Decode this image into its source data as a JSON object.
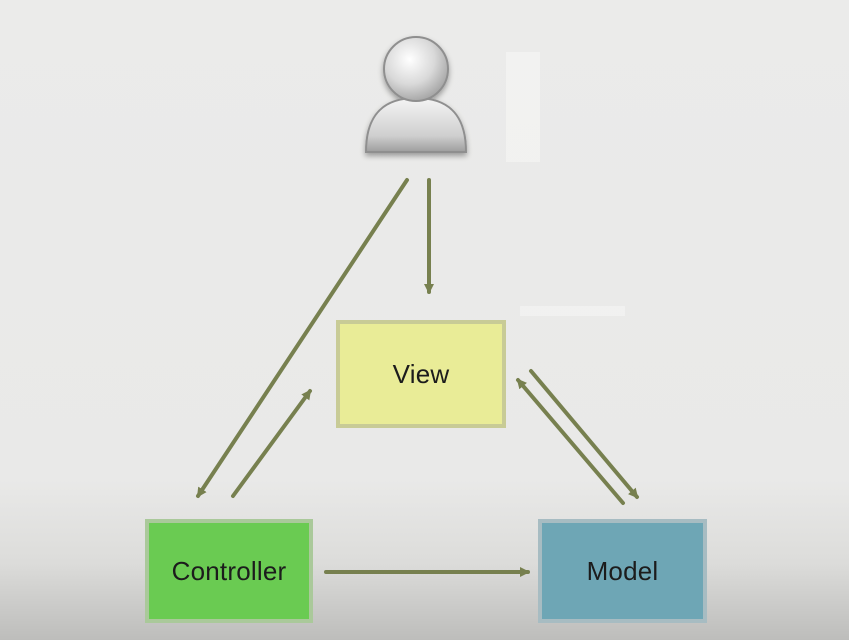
{
  "diagram": {
    "nodes": {
      "user": {
        "icon": "user-icon"
      },
      "view": {
        "label": "View",
        "color": "#e9ec97"
      },
      "controller": {
        "label": "Controller",
        "color": "#6acb52"
      },
      "model": {
        "label": "Model",
        "color": "#6ea6b5"
      }
    },
    "edges": [
      {
        "from": "user",
        "to": "view"
      },
      {
        "from": "user",
        "to": "controller"
      },
      {
        "from": "controller",
        "to": "view"
      },
      {
        "from": "controller",
        "to": "model"
      },
      {
        "from": "model",
        "to": "view"
      },
      {
        "from": "view",
        "to": "model"
      }
    ],
    "arrow_color": "#77804f"
  }
}
